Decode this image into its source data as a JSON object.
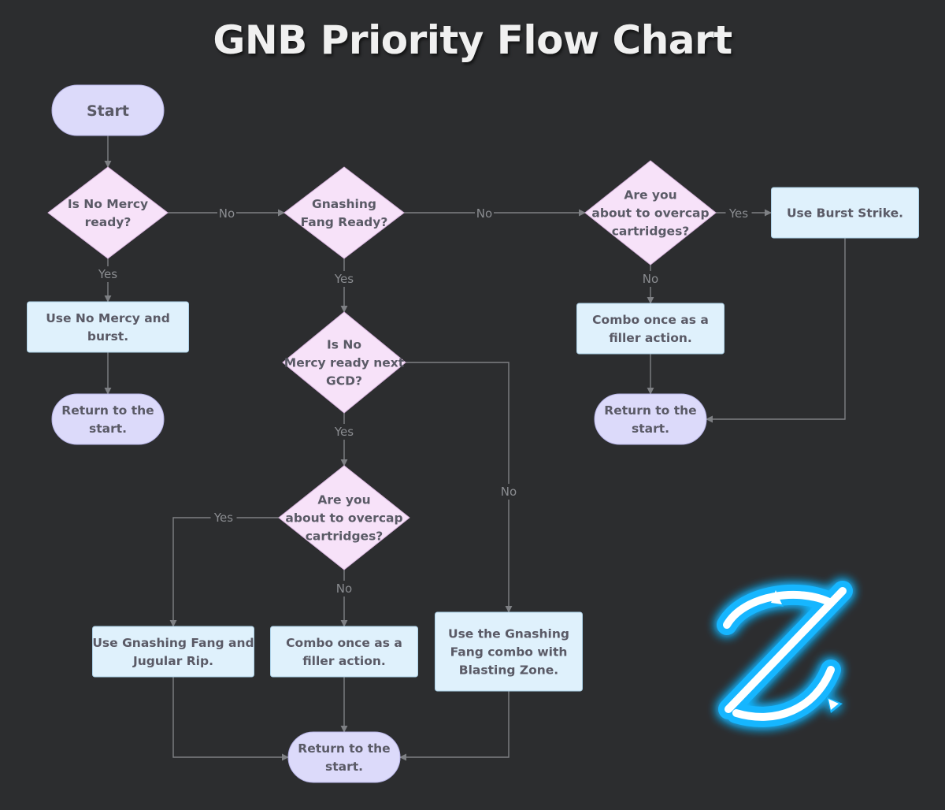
{
  "title": "GNB Priority Flow Chart",
  "colors": {
    "background": "#2c2d2f",
    "terminal_fill": "#dcdafa",
    "decision_fill": "#f7e2f9",
    "process_fill": "#dff1fc",
    "edge": "#7e8084",
    "logo_glow": "#19b6ff"
  },
  "nodes": [
    {
      "id": "start",
      "kind": "terminal",
      "lines": [
        "Start"
      ]
    },
    {
      "id": "d_nomercy",
      "kind": "decision",
      "lines": [
        "Is No Mercy",
        "ready?"
      ]
    },
    {
      "id": "p_nomercy",
      "kind": "process",
      "lines": [
        "Use No Mercy and",
        "burst."
      ]
    },
    {
      "id": "t_return1",
      "kind": "terminal",
      "lines": [
        "Return to the",
        "start."
      ]
    },
    {
      "id": "d_gnashing",
      "kind": "decision",
      "lines": [
        "Gnashing",
        "Fang Ready?"
      ]
    },
    {
      "id": "d_nomercy_next",
      "kind": "decision",
      "lines": [
        "Is No",
        "Mercy ready next",
        "GCD?"
      ]
    },
    {
      "id": "d_overcap2",
      "kind": "decision",
      "lines": [
        "Are you",
        "about to overcap",
        "cartridges?"
      ]
    },
    {
      "id": "p_gnash_jug",
      "kind": "process",
      "lines": [
        "Use Gnashing Fang and",
        "Jugular Rip."
      ]
    },
    {
      "id": "p_combo2",
      "kind": "process",
      "lines": [
        "Combo once as a",
        "filler action."
      ]
    },
    {
      "id": "p_gnash_blast",
      "kind": "process",
      "lines": [
        "Use the Gnashing",
        "Fang combo with",
        "Blasting Zone."
      ]
    },
    {
      "id": "t_return2",
      "kind": "terminal",
      "lines": [
        "Return to the",
        "start."
      ]
    },
    {
      "id": "d_overcap1",
      "kind": "decision",
      "lines": [
        "Are you",
        "about to overcap",
        "cartridges?"
      ]
    },
    {
      "id": "p_burst",
      "kind": "process",
      "lines": [
        "Use Burst Strike."
      ]
    },
    {
      "id": "p_combo1",
      "kind": "process",
      "lines": [
        "Combo once as a",
        "filler action."
      ]
    },
    {
      "id": "t_return3",
      "kind": "terminal",
      "lines": [
        "Return to the",
        "start."
      ]
    }
  ],
  "edges": [
    {
      "from": "start",
      "to": "d_nomercy",
      "label": ""
    },
    {
      "from": "d_nomercy",
      "to": "p_nomercy",
      "label": "Yes"
    },
    {
      "from": "p_nomercy",
      "to": "t_return1",
      "label": ""
    },
    {
      "from": "d_nomercy",
      "to": "d_gnashing",
      "label": "No"
    },
    {
      "from": "d_gnashing",
      "to": "d_nomercy_next",
      "label": "Yes"
    },
    {
      "from": "d_gnashing",
      "to": "d_overcap1",
      "label": "No"
    },
    {
      "from": "d_nomercy_next",
      "to": "d_overcap2",
      "label": "Yes"
    },
    {
      "from": "d_nomercy_next",
      "to": "p_gnash_blast",
      "label": "No"
    },
    {
      "from": "d_overcap2",
      "to": "p_gnash_jug",
      "label": "Yes"
    },
    {
      "from": "d_overcap2",
      "to": "p_combo2",
      "label": "No"
    },
    {
      "from": "p_gnash_jug",
      "to": "t_return2",
      "label": ""
    },
    {
      "from": "p_combo2",
      "to": "t_return2",
      "label": ""
    },
    {
      "from": "p_gnash_blast",
      "to": "t_return2",
      "label": ""
    },
    {
      "from": "d_overcap1",
      "to": "p_burst",
      "label": "Yes"
    },
    {
      "from": "d_overcap1",
      "to": "p_combo1",
      "label": "No"
    },
    {
      "from": "p_combo1",
      "to": "t_return3",
      "label": ""
    },
    {
      "from": "p_burst",
      "to": "t_return3",
      "label": ""
    }
  ],
  "logo": {
    "icon": "gunbreaker-job-icon"
  }
}
